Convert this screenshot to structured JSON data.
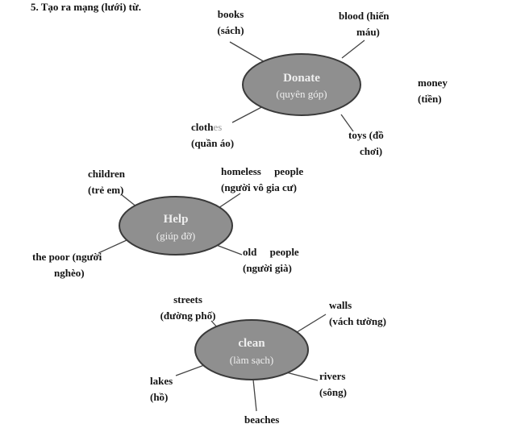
{
  "title": "5. Tạo ra mạng (lưới) từ.",
  "colors": {
    "bubble_fill": "#8f8f8f",
    "bubble_stroke": "#3a3a3a",
    "bubble_text": "#efefef",
    "line": "#444444"
  },
  "maps": [
    {
      "id": "donate",
      "word": "Donate",
      "meaning": "(quyên góp)",
      "branches": [
        {
          "line1": "books",
          "line2": "(sách)"
        },
        {
          "line1": "blood (hiến",
          "line2": "máu)"
        },
        {
          "line1": "money",
          "line2": "(tiền)"
        },
        {
          "line1": "cloth",
          "line2": "(quần áo)",
          "ghost": "es"
        },
        {
          "line1": "toys (đồ",
          "line2": "chơi)"
        }
      ]
    },
    {
      "id": "help",
      "word": "Help",
      "meaning": "(giúp đỡ)",
      "branches": [
        {
          "line1": "children",
          "line2": "(trẻ em)"
        },
        {
          "line1": "homeless     people",
          "line2": "(người vô gia cư)"
        },
        {
          "line1": "the poor (người",
          "line2": "nghèo)"
        },
        {
          "line1": "old     people",
          "line2": "(người già)"
        }
      ]
    },
    {
      "id": "clean",
      "word": "clean",
      "meaning": "(làm sạch)",
      "branches": [
        {
          "line1": "streets",
          "line2": "(đường phố)"
        },
        {
          "line1": "walls",
          "line2": "(vách tường)"
        },
        {
          "line1": "lakes",
          "line2": "(hồ)"
        },
        {
          "line1": "rivers",
          "line2": "(sông)"
        },
        {
          "line1": "beaches",
          "line2": ""
        }
      ]
    }
  ]
}
